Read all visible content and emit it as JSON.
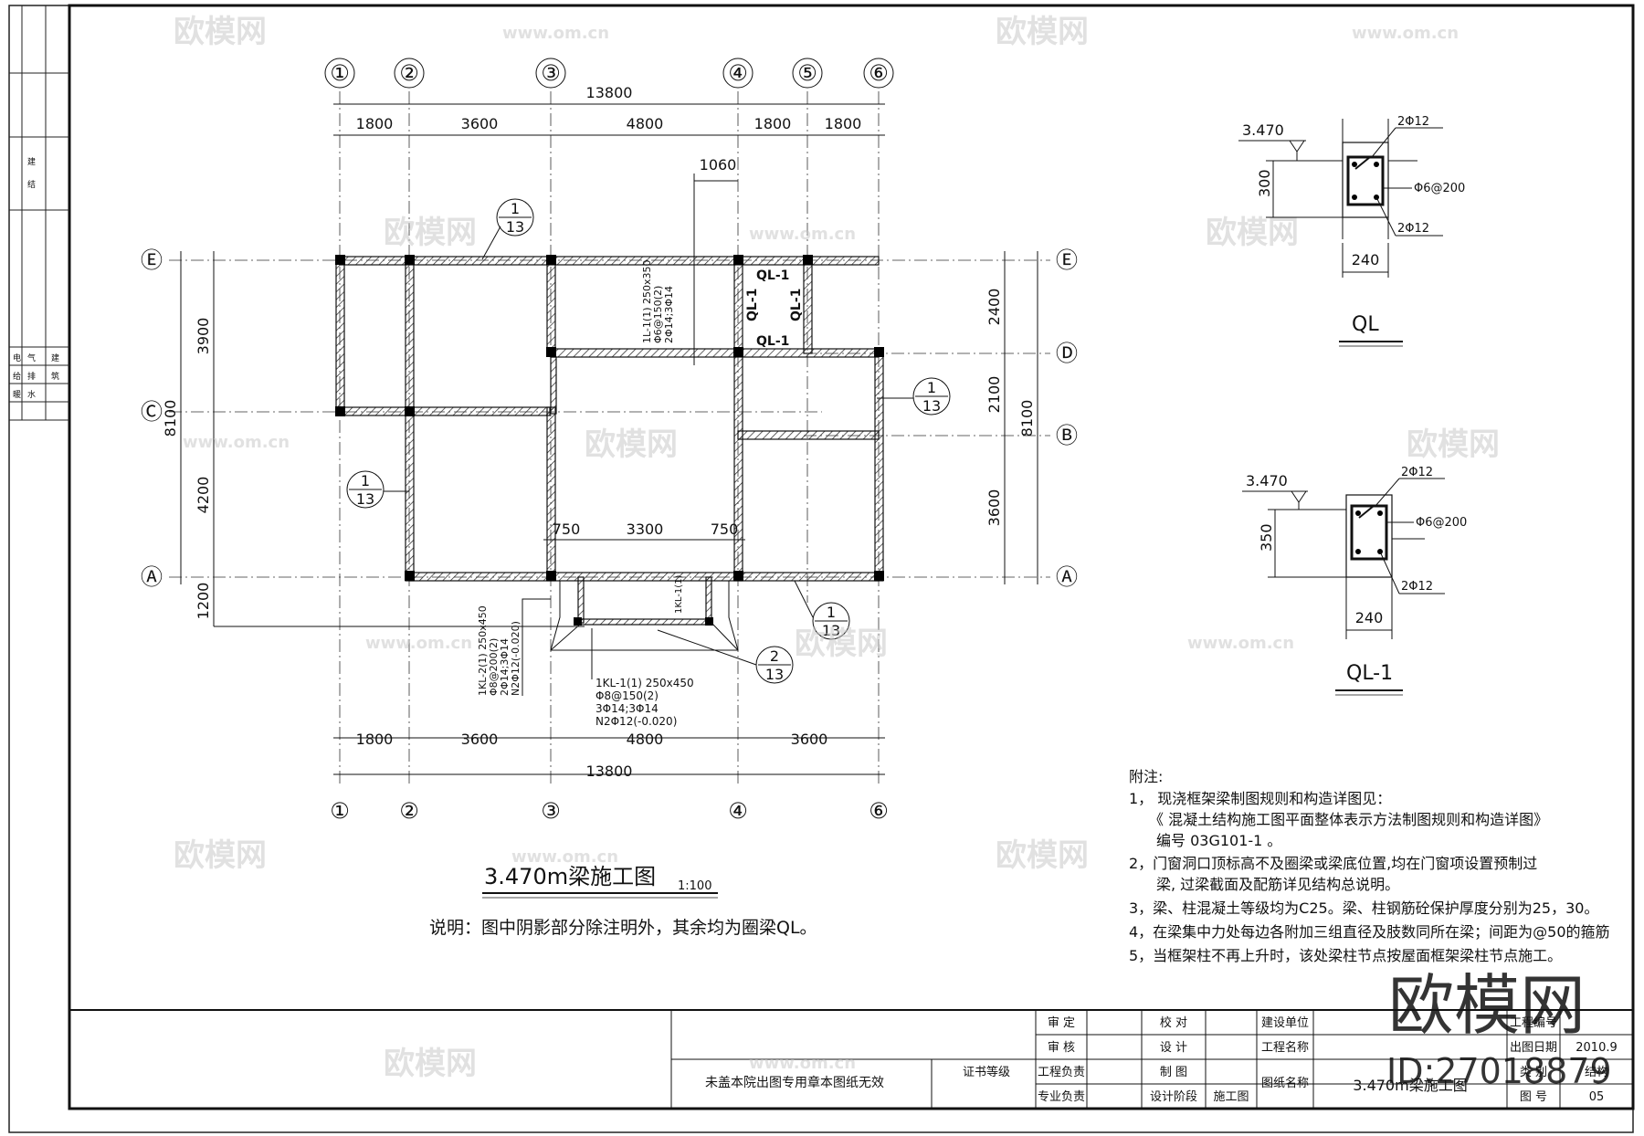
{
  "axes_top": [
    "①",
    "②",
    "③",
    "④",
    "⑤",
    "⑥"
  ],
  "axes_bottom": [
    "①",
    "②",
    "③",
    "④",
    "⑥"
  ],
  "axes_left": [
    "Ⓔ",
    "Ⓒ",
    "Ⓐ"
  ],
  "axes_right": [
    "Ⓔ",
    "Ⓓ",
    "Ⓑ",
    "Ⓐ"
  ],
  "dims": {
    "top_total": "13800",
    "top_segments": [
      "1800",
      "3600",
      "4800",
      "1800",
      "1800"
    ],
    "small_top": "1060",
    "bottom_total": "13800",
    "bottom_segments": [
      "1800",
      "3600",
      "4800",
      "3600"
    ],
    "left_total": "8100",
    "left_segments": [
      "3900",
      "4200"
    ],
    "left_cant": "1200",
    "right_total": "8100",
    "right_segments": [
      "2400",
      "2100",
      "3600"
    ],
    "opening": [
      "750",
      "3300",
      "750"
    ]
  },
  "section_marks": [
    {
      "num": "1",
      "den": "13"
    },
    {
      "num": "1",
      "den": "13"
    },
    {
      "num": "1",
      "den": "13"
    },
    {
      "num": "1",
      "den": "13"
    },
    {
      "num": "2",
      "den": "13"
    }
  ],
  "beam_labels": {
    "ql1": "QL-1",
    "vertical_beam": [
      "1L-1(1) 250x350",
      "Φ6@150(2)",
      "2Φ14;3Φ14"
    ],
    "beam_left": [
      "1KL-2(1) 250x450",
      "Φ8@200(2)",
      "2Φ14;3Φ14",
      "N2Φ12(-0.020)"
    ],
    "beam_bottom": [
      "1KL-1(1) 250x450",
      "Φ8@150(2)",
      "3Φ14;3Φ14",
      "N2Φ12(-0.020)"
    ],
    "kl_small": "1KL-1(1)"
  },
  "plan_title": "3.470m梁施工图",
  "plan_scale": "1:100",
  "plan_note": "说明：图中阴影部分除注明外，其余均为圈梁QL。",
  "detail_ql": {
    "elev": "3.470",
    "top_bar": "2Φ12",
    "stirrup": "Φ6@200",
    "bottom_bar": "2Φ12",
    "height": "300",
    "width": "240",
    "name": "QL"
  },
  "detail_ql1": {
    "elev": "3.470",
    "top_bar": "2Φ12",
    "stirrup": "Φ6@200",
    "bottom_bar": "2Φ12",
    "height": "350",
    "width": "240",
    "name": "QL-1"
  },
  "notes": {
    "heading": "附注:",
    "lines": [
      "1， 现浇框架梁制图规则和构造详图见：",
      "《 混凝土结构施工图平面整体表示方法制图规则和构造详图》",
      "编号 03G101-1   。",
      "2，门窗洞口顶标高不及圈梁或梁底位置,均在门窗项设置预制过",
      "梁, 过梁截面及配筋详见结构总说明。",
      "3，梁、柱混凝土等级均为C25。梁、柱钢筋砼保护厚度分别为25，30。",
      "4，在梁集中力处每边各附加三组直径及肢数同所在梁；间距为@50的箍筋",
      "5，当框架柱不再上升时，该处梁柱节点按屋面框架梁柱节点施工。"
    ]
  },
  "title_block": {
    "stamp_note": "未盖本院出图专用章本图纸无效",
    "cert": "证书等级",
    "col1": [
      "审  定",
      "审  核",
      "工程负责",
      "专业负责"
    ],
    "col2": [
      "校  对",
      "设  计",
      "制  图",
      "设计阶段"
    ],
    "stage": "施工图",
    "col3": [
      "建设单位",
      "工程名称",
      "图纸名称"
    ],
    "drawing_name": "3.470m梁施工图",
    "right_labels": [
      "工程编号",
      "出图日期",
      "类  别",
      "图  号"
    ],
    "date": "2010.9",
    "category": "结构",
    "sheet_no": "05"
  },
  "side_strip": [
    "建",
    "结",
    "电",
    "给",
    "暖",
    "气",
    "排",
    "水",
    "建",
    "筑"
  ],
  "watermark": {
    "brand": "欧模网",
    "url": "www.om.cn",
    "big": "欧模网",
    "id": "ID:27018879"
  }
}
